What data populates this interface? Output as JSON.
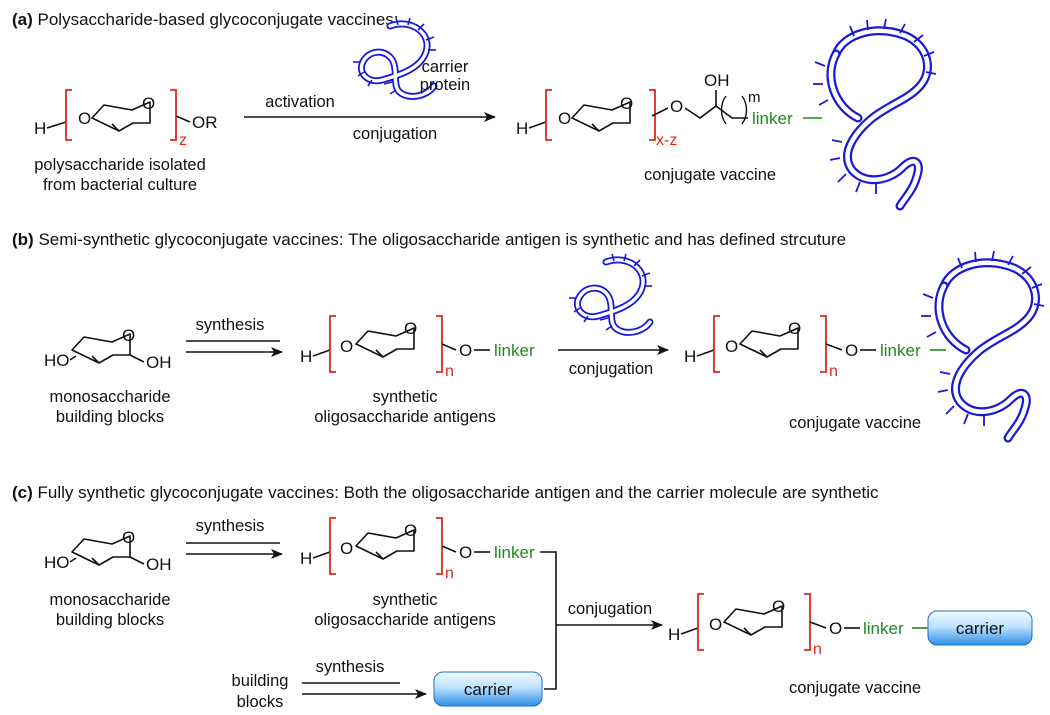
{
  "colors": {
    "bracket": "#e0271c",
    "linker": "#1f8a1f",
    "protein": "#1a1ad6",
    "text": "#111111",
    "carrier_light": "#e3f3ff",
    "carrier_dark": "#2f8fe6"
  },
  "panel_a": {
    "tag": "(a)",
    "title": "Polysaccharide-based glycoconjugate vaccines:",
    "left_H": "H",
    "left_O": "O",
    "ring_O": "O",
    "right_OR": "OR",
    "repeat": "z",
    "start_caption_1": "polysaccharide isolated",
    "start_caption_2": "from bacterial culture",
    "arrow_top": "activation",
    "arrow_bottom": "conjugation",
    "carrier_1": "carrier",
    "carrier_2": "protein",
    "product_H": "H",
    "product_O_left": "O",
    "product_ring_O": "O",
    "product_O_right": "O",
    "product_repeat": "x-z",
    "product_OH": "OH",
    "product_m": "m",
    "linker": "linker",
    "product_caption": "conjugate vaccine"
  },
  "panel_b": {
    "tag": "(b)",
    "title": "Semi-synthetic glycoconjugate vaccines: The oligosaccharide antigen is synthetic and has defined strcuture",
    "mono_HO": "HO",
    "mono_OH": "OH",
    "mono_ring_O": "O",
    "mono_caption_1": "monosaccharide",
    "mono_caption_2": "building blocks",
    "arrow1_label": "synthesis",
    "oligo_H": "H",
    "oligo_O_left": "O",
    "oligo_ring_O": "O",
    "oligo_O_right": "O",
    "oligo_repeat": "n",
    "oligo_linker": "linker",
    "oligo_caption_1": "synthetic",
    "oligo_caption_2": "oligosaccharide antigens",
    "arrow2_label": "conjugation",
    "product_H": "H",
    "product_O_left": "O",
    "product_ring_O": "O",
    "product_O_right": "O",
    "product_repeat": "n",
    "product_linker": "linker",
    "product_caption": "conjugate vaccine"
  },
  "panel_c": {
    "tag": "(c)",
    "title": "Fully synthetic glycoconjugate vaccines: Both the oligosaccharide antigen and the carrier molecule are synthetic",
    "mono_HO": "HO",
    "mono_OH": "OH",
    "mono_ring_O": "O",
    "mono_caption_1": "monosaccharide",
    "mono_caption_2": "building blocks",
    "arrow1_label": "synthesis",
    "oligo_H": "H",
    "oligo_O_left": "O",
    "oligo_ring_O": "O",
    "oligo_O_right": "O",
    "oligo_repeat": "n",
    "oligo_linker": "linker",
    "oligo_caption_1": "synthetic",
    "oligo_caption_2": "oligosaccharide antigens",
    "bb_caption_1": "building",
    "bb_caption_2": "blocks",
    "arrow3_label": "synthesis",
    "carrier_chip": "carrier",
    "arrow2_label": "conjugation",
    "product_H": "H",
    "product_O_left": "O",
    "product_ring_O": "O",
    "product_O_right": "O",
    "product_repeat": "n",
    "product_linker": "linker",
    "product_carrier": "carrier",
    "product_caption": "conjugate vaccine"
  }
}
